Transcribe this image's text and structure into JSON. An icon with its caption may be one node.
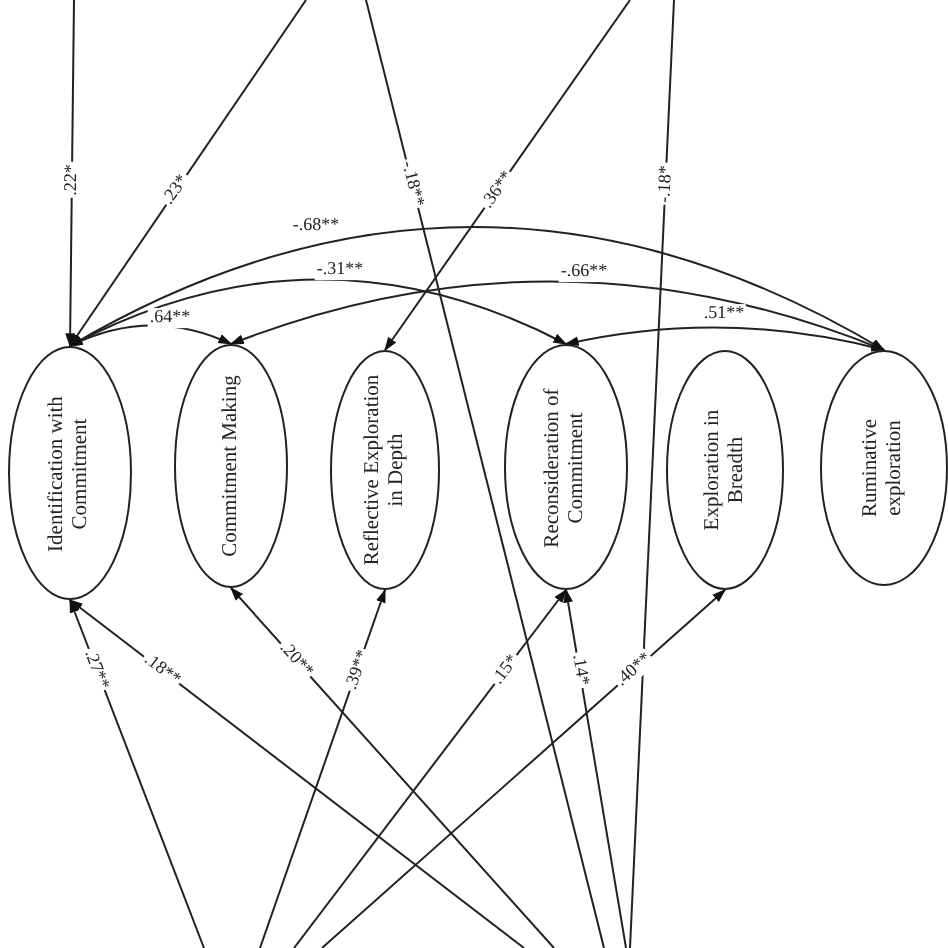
{
  "diagram": {
    "nodes": [
      {
        "text": [
          "Identification with Commitment"
        ]
      },
      {
        "text": [
          "Commitment Making"
        ]
      },
      {
        "text": [
          "Reflective Exploration in Depth"
        ]
      },
      {
        "text": [
          "Reconsideration of Commitment"
        ]
      },
      {
        "text": [
          "Exploration in Breadth"
        ]
      },
      {
        "text": [
          "Ruminative exploration"
        ]
      }
    ],
    "edges": [
      {
        "from": null,
        "to": 0,
        "arrow": "to",
        "label": ".22*"
      },
      {
        "from": null,
        "to": 0,
        "arrow": "to",
        "label": ".23*"
      },
      {
        "from": null,
        "to": 2,
        "arrow": "to",
        "label": ".36**"
      },
      {
        "from": 0,
        "to": 5,
        "arrow": "both",
        "label": "-.68**"
      },
      {
        "from": 0,
        "to": 3,
        "arrow": "both",
        "label": "-.31**"
      },
      {
        "from": 1,
        "to": 5,
        "arrow": "both",
        "label": "-.66**"
      },
      {
        "from": 0,
        "to": 1,
        "arrow": "both",
        "label": ".64**"
      },
      {
        "from": 3,
        "to": 5,
        "arrow": "both",
        "label": ".51**"
      },
      {
        "from": null,
        "to": 0,
        "arrow": "to",
        "label": ".27**"
      },
      {
        "from": null,
        "to": 0,
        "arrow": "to",
        "label": ".18**"
      },
      {
        "from": null,
        "to": 1,
        "arrow": "to",
        "label": ".20**"
      },
      {
        "from": null,
        "to": 2,
        "arrow": "to",
        "label": ".39**"
      },
      {
        "from": null,
        "to": 3,
        "arrow": "to",
        "label": ".15*"
      },
      {
        "from": null,
        "to": 3,
        "arrow": "to",
        "label": ".14*"
      },
      {
        "from": null,
        "to": 4,
        "arrow": "to",
        "label": ".40**"
      }
    ],
    "labels": [
      "-.18**",
      "-.18*"
    ]
  }
}
